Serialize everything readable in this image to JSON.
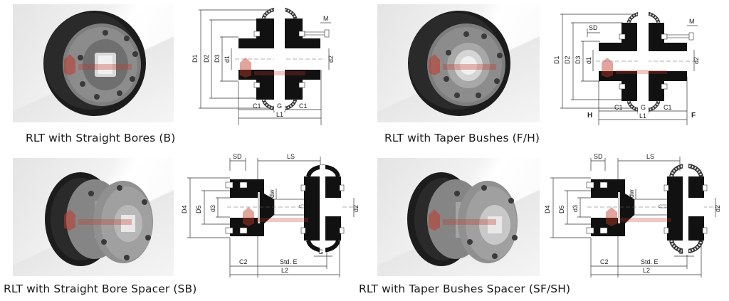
{
  "panels": [
    {
      "id": "straight-bores",
      "caption": "RLT with Straight Bores (B)",
      "drawing_labels": {
        "outer_diameter": "D1",
        "flange_diameter": "D2",
        "hub_diameter": "D3",
        "bore_left": "d1",
        "bore_right": "d2",
        "bolt_length": "M",
        "hub_length_left": "C1",
        "gap": "G",
        "hub_length_right": "C1",
        "overall_length": "L1"
      }
    },
    {
      "id": "taper-bushes",
      "caption": "RLT with Taper Bushes (F/H)",
      "drawing_labels": {
        "outer_diameter": "D1",
        "flange_diameter": "D2",
        "hub_diameter": "D3",
        "bore_left": "d1",
        "bore_right": "d2",
        "bolt_length": "M",
        "screw_distance": "SD",
        "hub_length_left": "C1",
        "gap": "G",
        "hub_length_right": "C1",
        "overall_length": "L1",
        "side_left": "H",
        "side_right": "F"
      }
    },
    {
      "id": "straight-bore-spacer",
      "caption": "RLT with Straight Bore Spacer (SB)",
      "drawing_labels": {
        "screw_distance": "SD",
        "spacer_length": "LS",
        "outer_diameter": "D4",
        "flange_diameter": "D5",
        "bore_spacer": "d3",
        "shaft_width": "dw",
        "bore_right": "d2",
        "gap": "G",
        "hub_length": "C2",
        "std_e": "Std. E",
        "overall_length": "L2"
      }
    },
    {
      "id": "taper-bushes-spacer",
      "caption": "RLT with Taper Bushes Spacer (SF/SH)",
      "drawing_labels": {
        "screw_distance": "SD",
        "spacer_length": "LS",
        "outer_diameter": "D4",
        "flange_diameter": "D5",
        "bore_spacer": "d3",
        "shaft_width": "dw",
        "bore_right": "d2",
        "gap": "G",
        "hub_length": "C2",
        "std_e": "Std. E",
        "overall_length": "L2"
      }
    }
  ],
  "colors": {
    "tyre": "#1a1a1a",
    "hub": "#8a8a8a",
    "watermark": "#c0392b",
    "line": "#333333"
  }
}
